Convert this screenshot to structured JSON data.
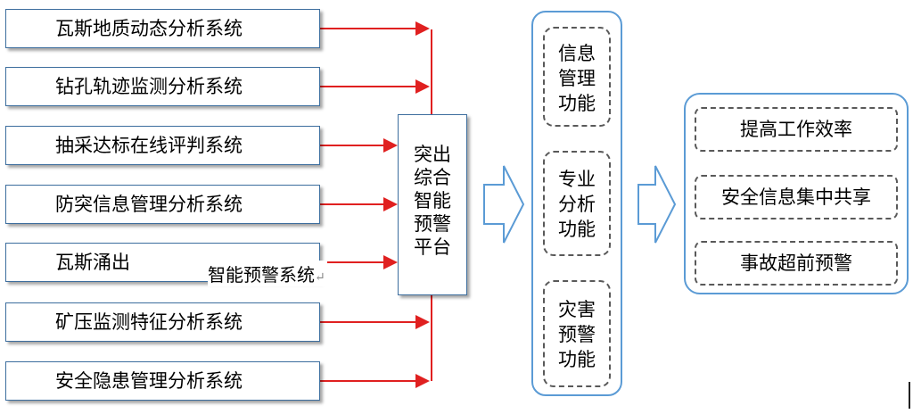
{
  "systems": [
    "瓦斯地质动态分析系统",
    "钻孔轨迹监测分析系统",
    "抽采达标在线评判系统",
    "防突信息管理分析系统",
    "瓦斯涌出",
    "矿压监测特征分析系统",
    "安全隐患管理分析系统"
  ],
  "overlay_text": "智能预警系统",
  "platform_lines": [
    "突出",
    "综合",
    "智能",
    "预警",
    "平台"
  ],
  "functions": [
    {
      "lines": [
        "信息",
        "管理",
        "功能"
      ]
    },
    {
      "lines": [
        "专业",
        "分析",
        "功能"
      ]
    },
    {
      "lines": [
        "灾害",
        "预警",
        "功能"
      ]
    }
  ],
  "benefits": [
    "提高工作效率",
    "安全信息集中共享",
    "事故超前预警"
  ],
  "colors": {
    "connector": "#e02020",
    "panel_border": "#5b9bd5",
    "box_border": "#3d6e9e"
  }
}
